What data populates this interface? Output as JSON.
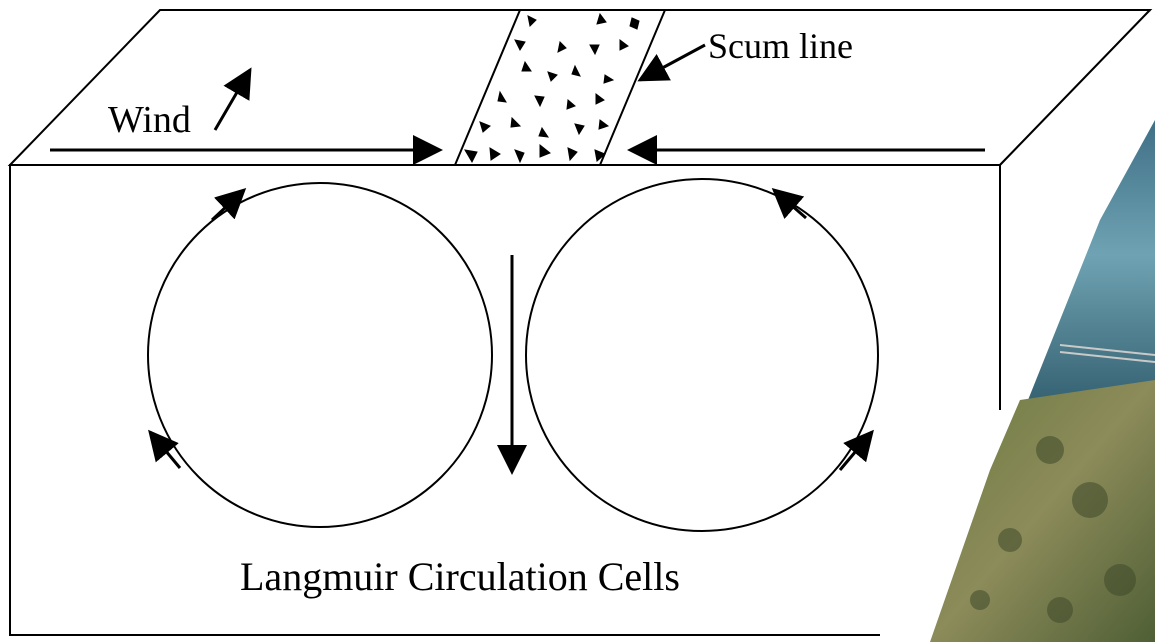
{
  "diagram": {
    "labels": {
      "wind": "Wind",
      "scum_line": "Scum line",
      "caption": "Langmuir Circulation Cells"
    },
    "colors": {
      "line": "#000000",
      "background": "#ffffff",
      "water": "#4f8fa6",
      "shore": "#5e7a3e"
    }
  }
}
